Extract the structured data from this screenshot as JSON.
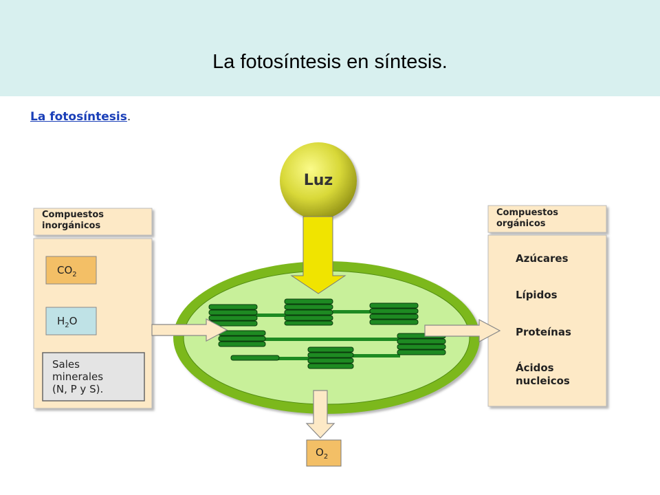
{
  "slide": {
    "title": "La fotosíntesis en síntesis."
  },
  "diagram": {
    "subtitle": "La fotosíntesis",
    "subtitle_suffix": ".",
    "light": "Luz",
    "inorganic": {
      "header_line1": "Compuestos",
      "header_line2": "inorgánicos",
      "co2": "CO",
      "co2_sub": "2",
      "h2o_pre": "H",
      "h2o_sub": "2",
      "h2o_post": "O",
      "salts_line1": "Sales",
      "salts_line2": "minerales",
      "salts_line3": "(N, P y S)."
    },
    "organic": {
      "header_line1": "Compuestos",
      "header_line2": "orgánicos",
      "items": [
        "Azúcares",
        "Lípidos",
        "Proteínas",
        "Ácidos",
        "nucleicos"
      ]
    },
    "output": {
      "o2": "O",
      "o2_sub": "2"
    },
    "colors": {
      "header_bg": "#d8f0ef",
      "panel_bg": "#fde9c6",
      "chloroplast_outer": "#7cb81c",
      "chloroplast_inner": "#c8f09a",
      "thylakoid": "#1e8a22",
      "arrow_yellow": "#f0e400"
    }
  }
}
